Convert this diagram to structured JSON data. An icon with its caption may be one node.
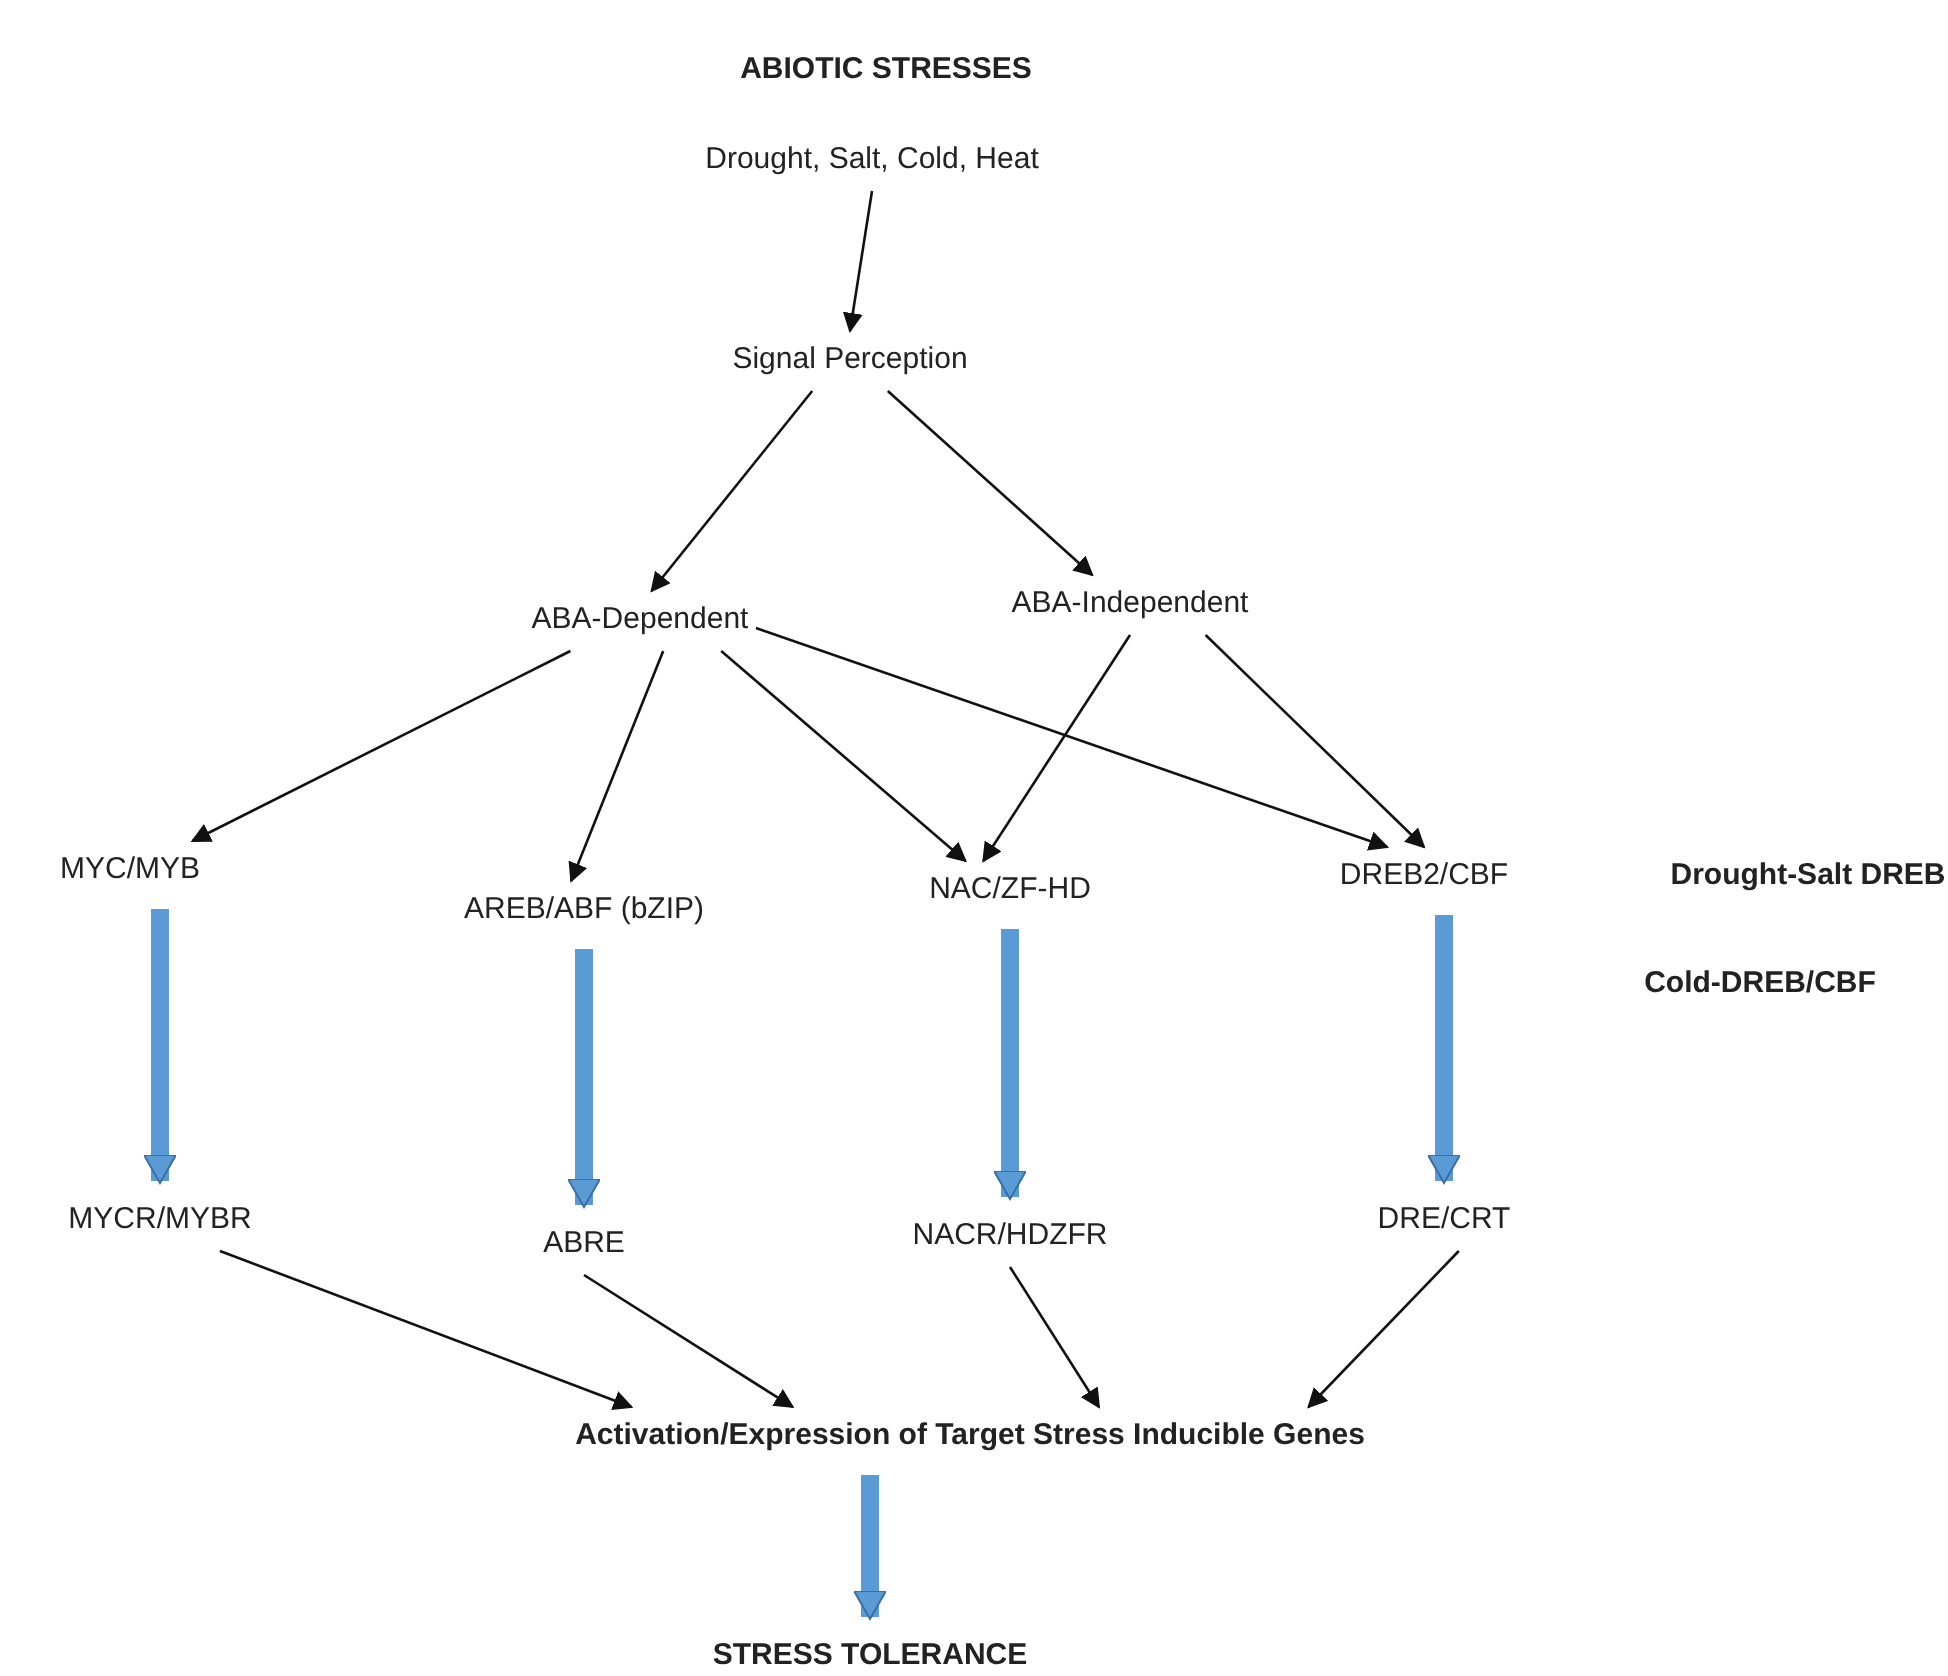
{
  "diagram": {
    "title": "ABIOTIC STRESSES",
    "nodes": [
      {
        "text": [
          "Drought, Salt, Cold, Heat"
        ]
      },
      {
        "text": [
          "Signal Perception"
        ]
      },
      {
        "text": [
          "ABA-Dependent"
        ]
      },
      {
        "text": [
          "ABA-Independent"
        ]
      },
      {
        "text": [
          "MYC/MYB"
        ]
      },
      {
        "text": [
          "AREB/ABF (bZIP)"
        ]
      },
      {
        "text": [
          "NAC/ZF-HD"
        ]
      },
      {
        "text": [
          "DREB2/CBF"
        ]
      },
      {
        "text": [
          "MYCR/MYBR"
        ]
      },
      {
        "text": [
          "ABRE"
        ]
      },
      {
        "text": [
          "NACR/HDZFR"
        ]
      },
      {
        "text": [
          "DRE/CRT"
        ]
      },
      {
        "text": [
          "Activation/Expression of Target Stress Inducible Genes"
        ]
      },
      {
        "text": [
          "STRESS TOLERANCE"
        ]
      }
    ],
    "edges": [
      {
        "from": 0,
        "to": 1,
        "arrow": "to"
      },
      {
        "from": 1,
        "to": 2,
        "arrow": "to"
      },
      {
        "from": 1,
        "to": 3,
        "arrow": "to"
      },
      {
        "from": 2,
        "to": 4,
        "arrow": "to"
      },
      {
        "from": 2,
        "to": 5,
        "arrow": "to"
      },
      {
        "from": 2,
        "to": 6,
        "arrow": "to"
      },
      {
        "from": 2,
        "to": 7,
        "arrow": "to"
      },
      {
        "from": 3,
        "to": 6,
        "arrow": "to"
      },
      {
        "from": 3,
        "to": 7,
        "arrow": "to"
      },
      {
        "from": 4,
        "to": 8,
        "arrow": "to",
        "style": "thick",
        "color": "#5b9bd5"
      },
      {
        "from": 5,
        "to": 9,
        "arrow": "to",
        "style": "thick",
        "color": "#5b9bd5"
      },
      {
        "from": 6,
        "to": 10,
        "arrow": "to",
        "style": "thick",
        "color": "#5b9bd5"
      },
      {
        "from": 7,
        "to": 11,
        "arrow": "to",
        "style": "thick",
        "color": "#5b9bd5"
      },
      {
        "from": 8,
        "to": 12,
        "arrow": "to"
      },
      {
        "from": 9,
        "to": 12,
        "arrow": "to"
      },
      {
        "from": 10,
        "to": 12,
        "arrow": "to"
      },
      {
        "from": 11,
        "to": 12,
        "arrow": "to"
      },
      {
        "from": 12,
        "to": 13,
        "arrow": "to",
        "style": "thick",
        "color": "#5b9bd5"
      }
    ],
    "labels": [
      "Drought-Salt DREB",
      "Cold-DREB/CBF"
    ]
  }
}
